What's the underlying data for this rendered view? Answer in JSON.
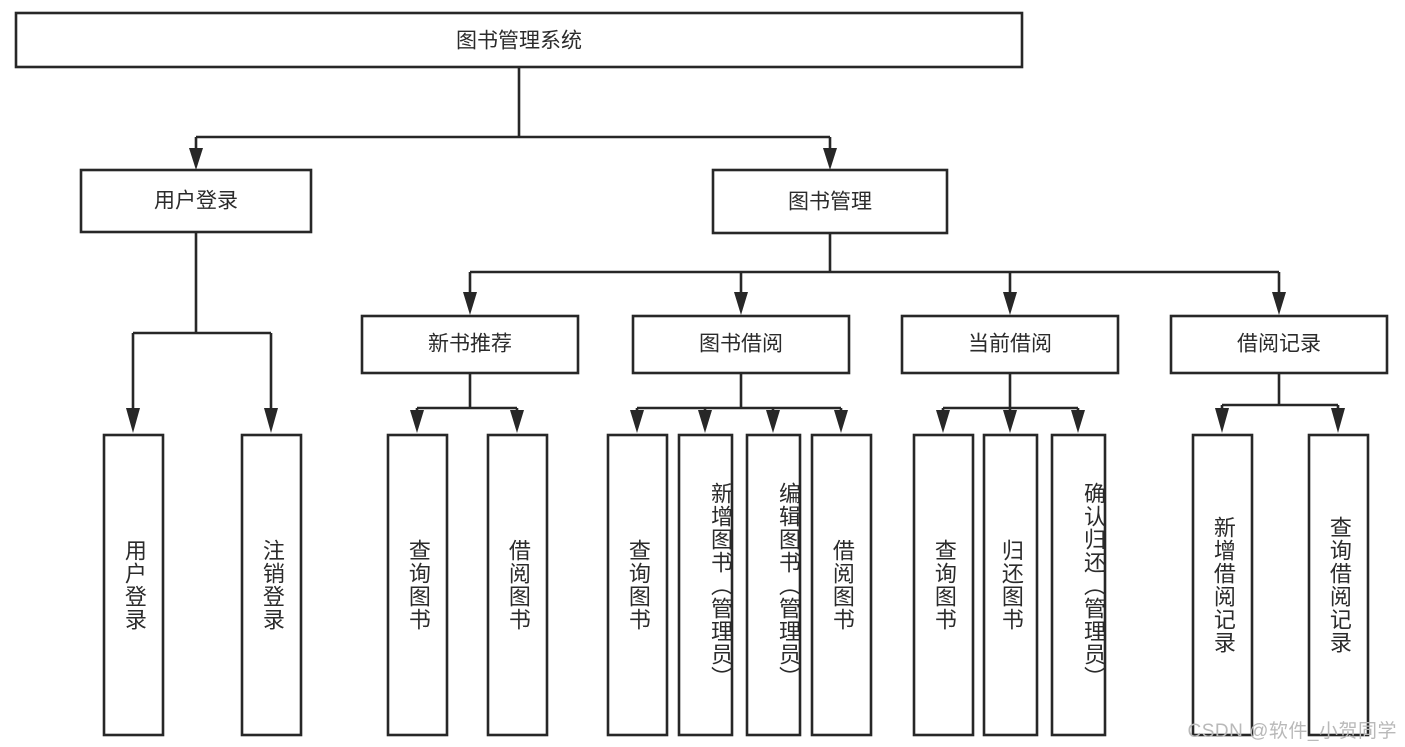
{
  "diagram": {
    "type": "tree",
    "title": "图书管理系统",
    "root": {
      "label": "图书管理系统"
    },
    "level2": [
      {
        "label": "用户登录"
      },
      {
        "label": "图书管理"
      }
    ],
    "level3": [
      {
        "label": "新书推荐"
      },
      {
        "label": "图书借阅"
      },
      {
        "label": "当前借阅"
      },
      {
        "label": "借阅记录"
      }
    ],
    "leaves": {
      "user_login": [
        {
          "label": "用户登录"
        },
        {
          "label": "注销登录"
        }
      ],
      "new_book_recommend": [
        {
          "label": "查询图书"
        },
        {
          "label": "借阅图书"
        }
      ],
      "book_borrow": [
        {
          "label": "查询图书"
        },
        {
          "label": "新增图书（管理员）"
        },
        {
          "label": "编辑图书（管理员）"
        },
        {
          "label": "借阅图书"
        }
      ],
      "current_borrow": [
        {
          "label": "查询图书"
        },
        {
          "label": "归还图书"
        },
        {
          "label": "确认归还（管理员）"
        }
      ],
      "borrow_record": [
        {
          "label": "新增借阅记录"
        },
        {
          "label": "查询借阅记录"
        }
      ]
    }
  },
  "watermark": {
    "text": "CSDN @软件_小贺同学"
  },
  "colors": {
    "stroke": "#272727",
    "text": "#2b2b2b",
    "background": "#ffffff",
    "watermark": "#b9b9b9"
  }
}
